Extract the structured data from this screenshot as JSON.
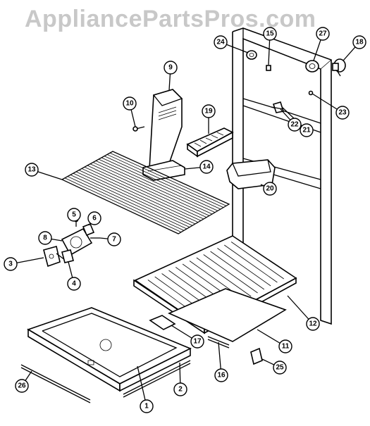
{
  "watermark": "AppliancePartsPros.com",
  "callouts": [
    {
      "id": "c1",
      "label": "1"
    },
    {
      "id": "c2",
      "label": "2"
    },
    {
      "id": "c3",
      "label": "3"
    },
    {
      "id": "c4",
      "label": "4"
    },
    {
      "id": "c5",
      "label": "5"
    },
    {
      "id": "c6",
      "label": "6"
    },
    {
      "id": "c7",
      "label": "7"
    },
    {
      "id": "c8",
      "label": "8"
    },
    {
      "id": "c9",
      "label": "9"
    },
    {
      "id": "c10",
      "label": "10"
    },
    {
      "id": "c11",
      "label": "11"
    },
    {
      "id": "c12",
      "label": "12"
    },
    {
      "id": "c13",
      "label": "13"
    },
    {
      "id": "c14",
      "label": "14"
    },
    {
      "id": "c15",
      "label": "15"
    },
    {
      "id": "c16",
      "label": "16"
    },
    {
      "id": "c17",
      "label": "17"
    },
    {
      "id": "c18",
      "label": "18"
    },
    {
      "id": "c19",
      "label": "19"
    },
    {
      "id": "c20",
      "label": "20"
    },
    {
      "id": "c21",
      "label": "21"
    },
    {
      "id": "c22",
      "label": "22"
    },
    {
      "id": "c23",
      "label": "23"
    },
    {
      "id": "c24",
      "label": "24"
    },
    {
      "id": "c25",
      "label": "25"
    },
    {
      "id": "c26",
      "label": "26"
    },
    {
      "id": "c27",
      "label": "27"
    }
  ]
}
